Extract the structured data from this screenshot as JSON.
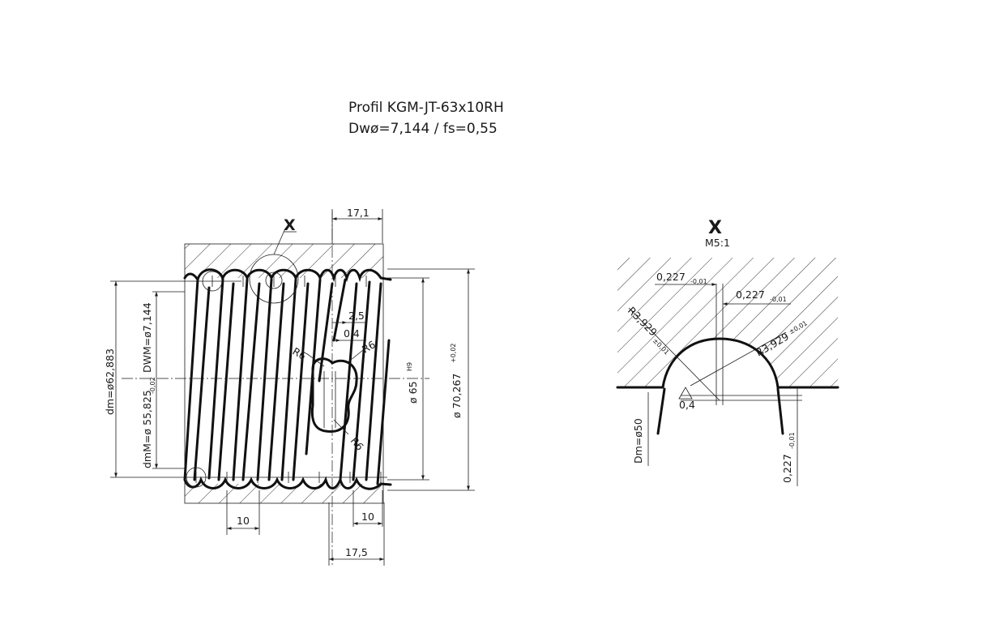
{
  "title": {
    "line1": "Profil  KGM-JT-63x10RH",
    "line2": "Dwø=7,144  /  fs=0,55"
  },
  "main_view": {
    "detail_marker": "X",
    "dim_top": "17,1",
    "dim_bottom": "17,5",
    "dim_pitch_left": "10",
    "dim_pitch_right": "10",
    "dim_2_5": "2,5",
    "dim_0_4": "0,4",
    "radius_a": "R6",
    "radius_b": "R6",
    "radius_c": "R6",
    "dm": "dm=ø62,883",
    "dmM": "dmM=ø 55,825",
    "dmM_tol": "-0,02",
    "DWM": "DWM=ø7,144",
    "d65": "ø 65",
    "d65_tol": "H9",
    "d70": "ø 70,267",
    "d70_tol": "+0,02"
  },
  "detail_view": {
    "label": "X",
    "scale": "M5:1",
    "dim_0227_top_left": "0,227",
    "dim_0227_top_left_tol": "-0,01",
    "dim_0227_top_right": "0,227",
    "dim_0227_top_right_tol": "-0,01",
    "radius_left": "R3,929",
    "radius_left_tol": "±0,01",
    "radius_right": "R3,929",
    "radius_right_tol": "±0,01",
    "dim_0_4": "0,4",
    "Dm": "Dm=ø50",
    "dim_0227_right": "0,227",
    "dim_0227_right_tol": "-0,01"
  }
}
